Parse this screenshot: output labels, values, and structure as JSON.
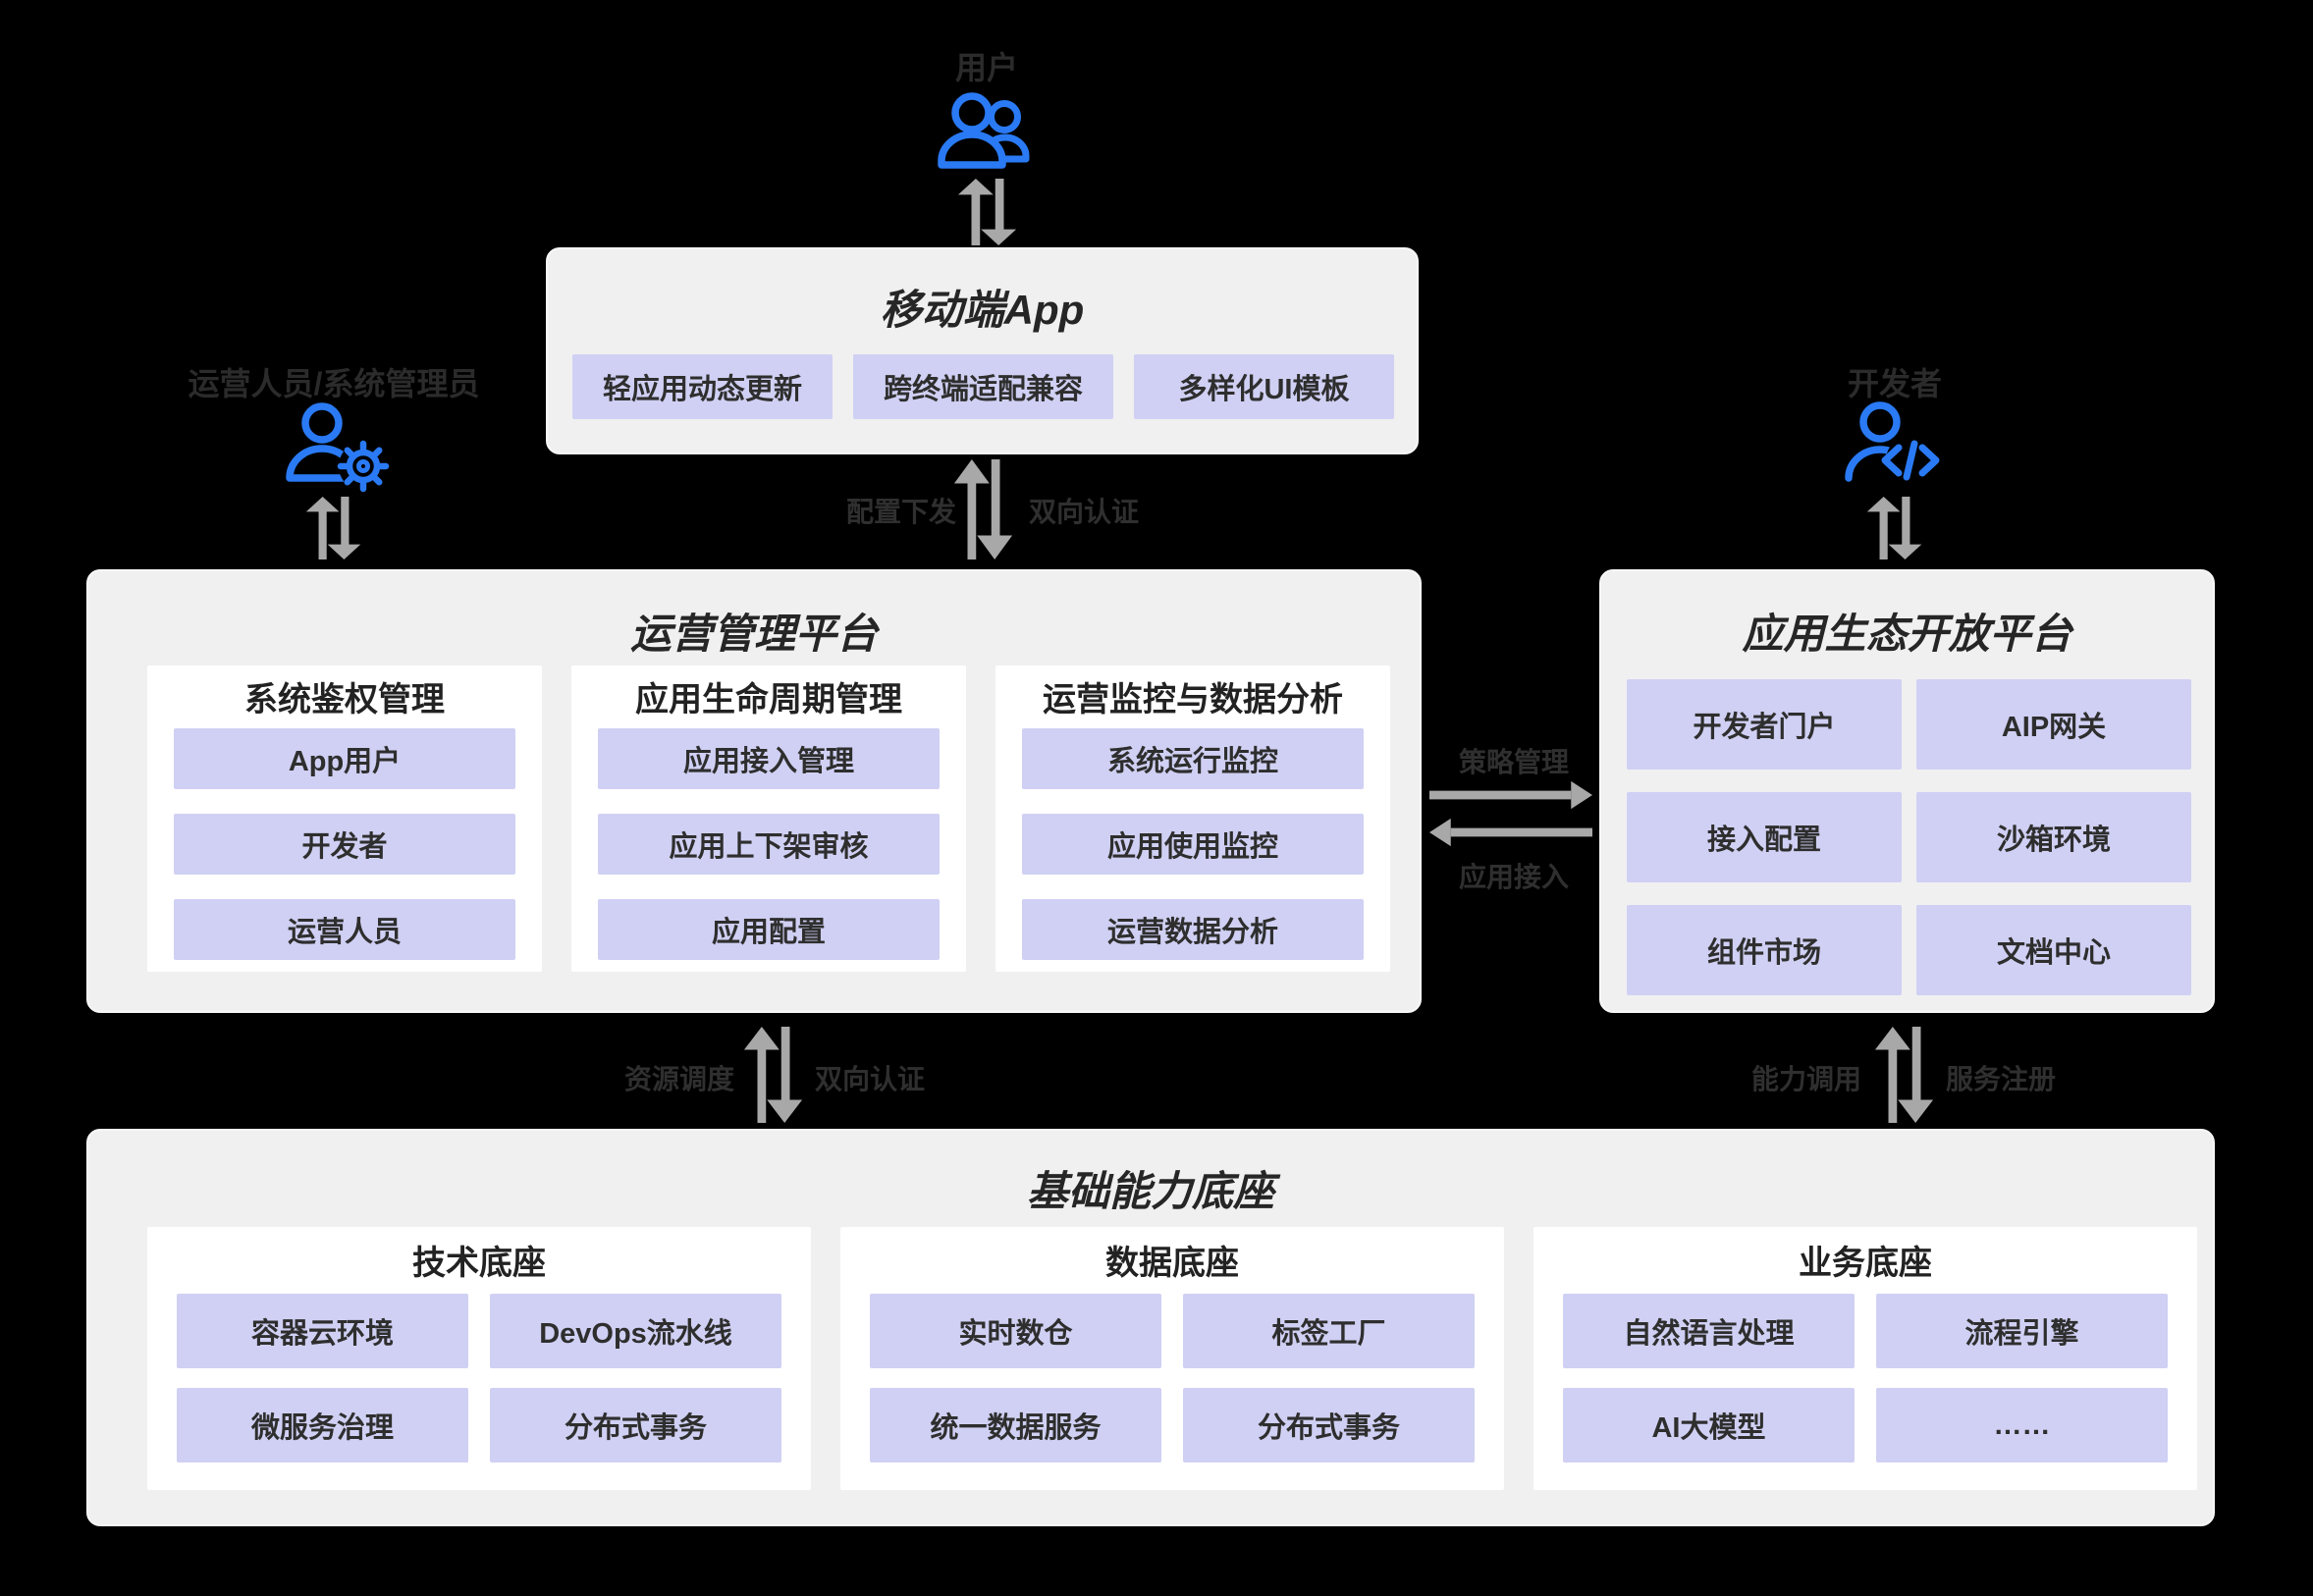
{
  "colors": {
    "background": "#000000",
    "box_gray": "#f0f0f1",
    "card_white": "#ffffff",
    "chip_lavender": "#d0d0f4",
    "icon_blue": "#2a7af5",
    "arrow_gray": "#a8a8a8",
    "text_dark": "#2e2e2e"
  },
  "actors": {
    "user": {
      "label": "用户"
    },
    "operator": {
      "label": "运营人员/系统管理员"
    },
    "developer": {
      "label": "开发者"
    }
  },
  "mobile_app": {
    "title": "移动端App",
    "chips": [
      "轻应用动态更新",
      "跨终端适配兼容",
      "多样化UI模板"
    ]
  },
  "connectors": {
    "app_ops": {
      "left": "配置下发",
      "right": "双向认证"
    },
    "ops_eco": {
      "top": "策略管理",
      "bottom": "应用接入"
    },
    "ops_base": {
      "left": "资源调度",
      "right": "双向认证"
    },
    "eco_base": {
      "left": "能力调用",
      "right": "服务注册"
    }
  },
  "ops_platform": {
    "title": "运营管理平台",
    "cards": [
      {
        "title": "系统鉴权管理",
        "chips": [
          "App用户",
          "开发者",
          "运营人员"
        ]
      },
      {
        "title": "应用生命周期管理",
        "chips": [
          "应用接入管理",
          "应用上下架审核",
          "应用配置"
        ]
      },
      {
        "title": "运营监控与数据分析",
        "chips": [
          "系统运行监控",
          "应用使用监控",
          "运营数据分析"
        ]
      }
    ]
  },
  "eco_platform": {
    "title": "应用生态开放平台",
    "chips": [
      "开发者门户",
      "AIP网关",
      "接入配置",
      "沙箱环境",
      "组件市场",
      "文档中心"
    ]
  },
  "base_platform": {
    "title": "基础能力底座",
    "cards": [
      {
        "title": "技术底座",
        "chips": [
          "容器云环境",
          "DevOps流水线",
          "微服务治理",
          "分布式事务"
        ]
      },
      {
        "title": "数据底座",
        "chips": [
          "实时数仓",
          "标签工厂",
          "统一数据服务",
          "分布式事务"
        ]
      },
      {
        "title": "业务底座",
        "chips": [
          "自然语言处理",
          "流程引擎",
          "AI大模型",
          "……"
        ]
      }
    ]
  }
}
